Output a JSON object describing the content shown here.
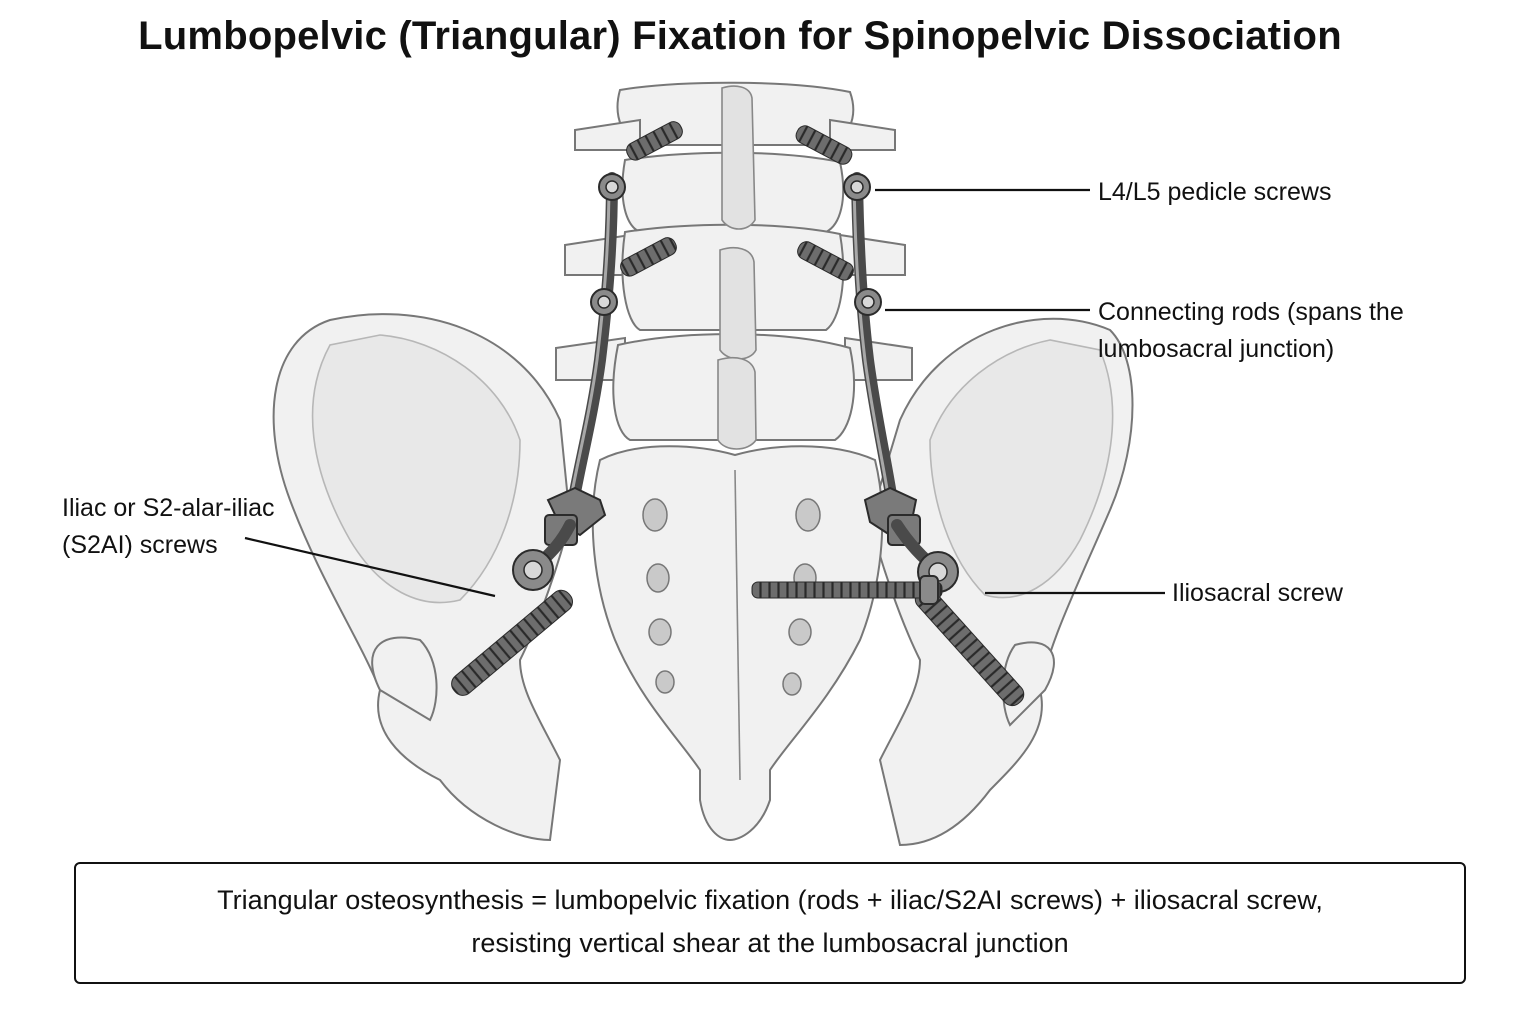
{
  "title": "Lumbopelvic (Triangular) Fixation for Spinopelvic Dissociation",
  "labels": {
    "pedicle_screws": "L4/L5 pedicle screws",
    "connecting_rods_line1": "Connecting rods (spans the",
    "connecting_rods_line2": "lumbosacral junction)",
    "iliac_screws_line1": "Iliac or S2-alar-iliac",
    "iliac_screws_line2": "(S2AI) screws",
    "iliosacral_screw": "Iliosacral screw"
  },
  "caption": {
    "line1": "Triangular osteosynthesis = lumbopelvic fixation (rods + iliac/S2AI screws) + iliosacral screw,",
    "line2": "resisting vertical shear at the lumbosacral junction"
  }
}
